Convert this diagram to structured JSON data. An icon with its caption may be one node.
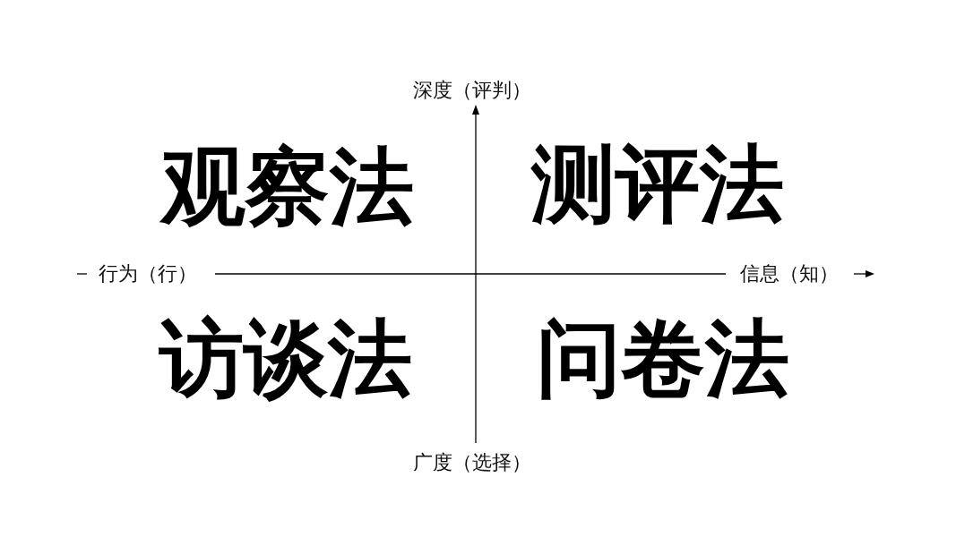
{
  "diagram": {
    "labels": [
      "深度（评判）",
      "观察法",
      "测评法",
      "行为（行）",
      "信息（知）",
      "访谈法",
      "问卷法",
      "广度（选择）"
    ]
  }
}
